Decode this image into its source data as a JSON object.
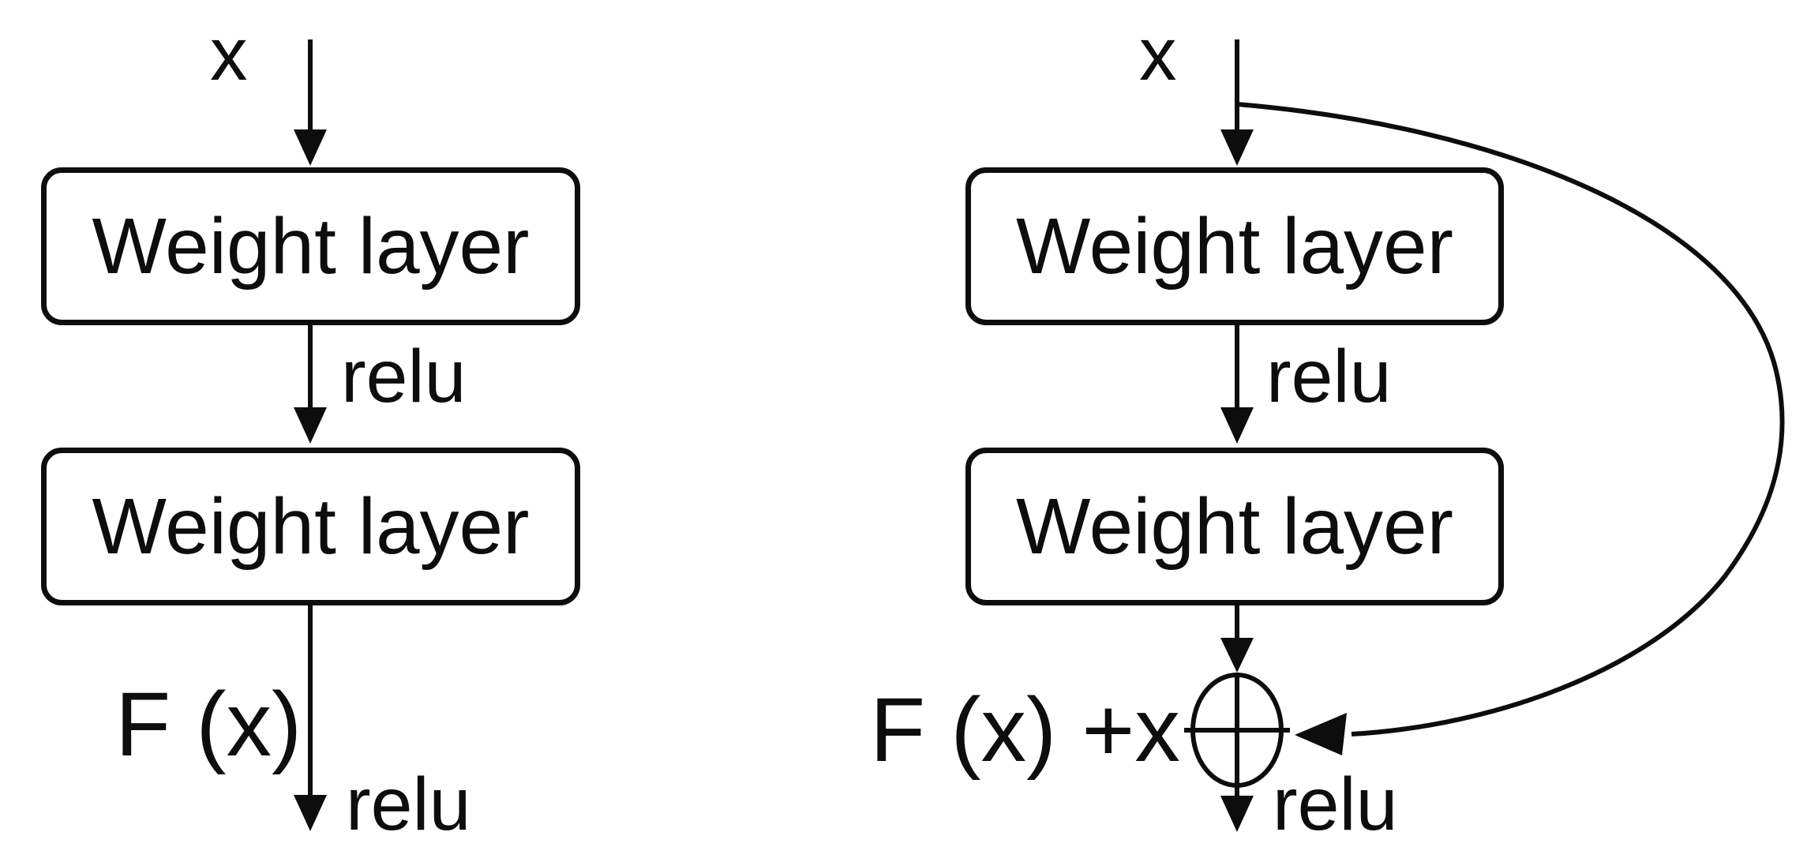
{
  "diagram": {
    "background_color": "#ffffff",
    "ink_color": "#0d0d0d",
    "left_block": {
      "input_label": "x",
      "weight_layer_1": "Weight layer",
      "relu_mid_label": "relu",
      "weight_layer_2": "Weight layer",
      "output_function_label": "F (x)",
      "relu_out_label": "relu"
    },
    "right_block": {
      "input_label": "x",
      "weight_layer_1": "Weight layer",
      "relu_mid_label": "relu",
      "weight_layer_2": "Weight layer",
      "sum_label": "F (x) +x",
      "relu_out_label": "relu",
      "sum_node_icon": "circle-plus-icon"
    }
  }
}
